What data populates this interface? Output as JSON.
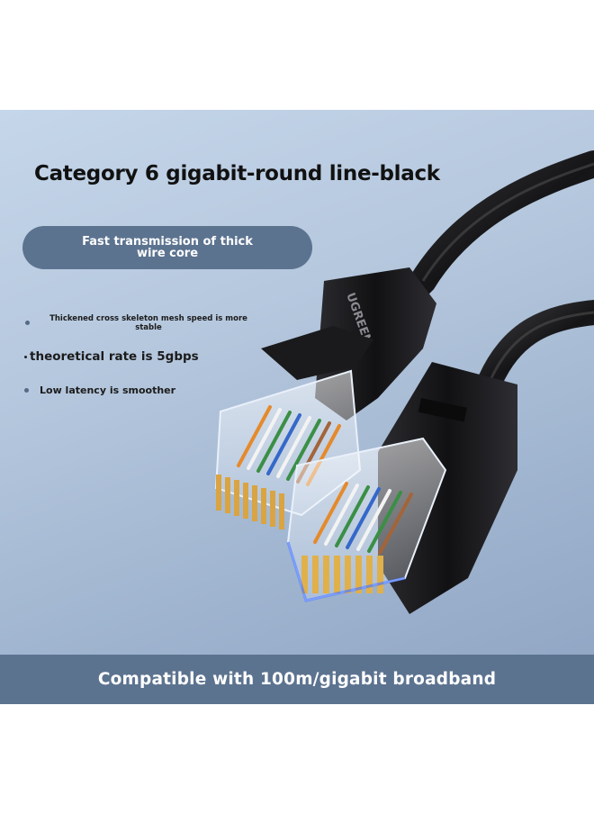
{
  "headline": "Category 6 gigabit-round line-black",
  "badge": "Fast transmission of thick wire core",
  "features": [
    "Thickened cross skeleton mesh speed is more stable",
    "theoretical rate is 5gbps",
    "Low latency is smoother"
  ],
  "brand_logo": "UGREEN",
  "footer": "Compatible with 100m/gigabit broadband",
  "colors": {
    "accent": "#5c7390",
    "background": "#b6c8de",
    "cable": "#1c1c1e",
    "text": "#111111"
  }
}
